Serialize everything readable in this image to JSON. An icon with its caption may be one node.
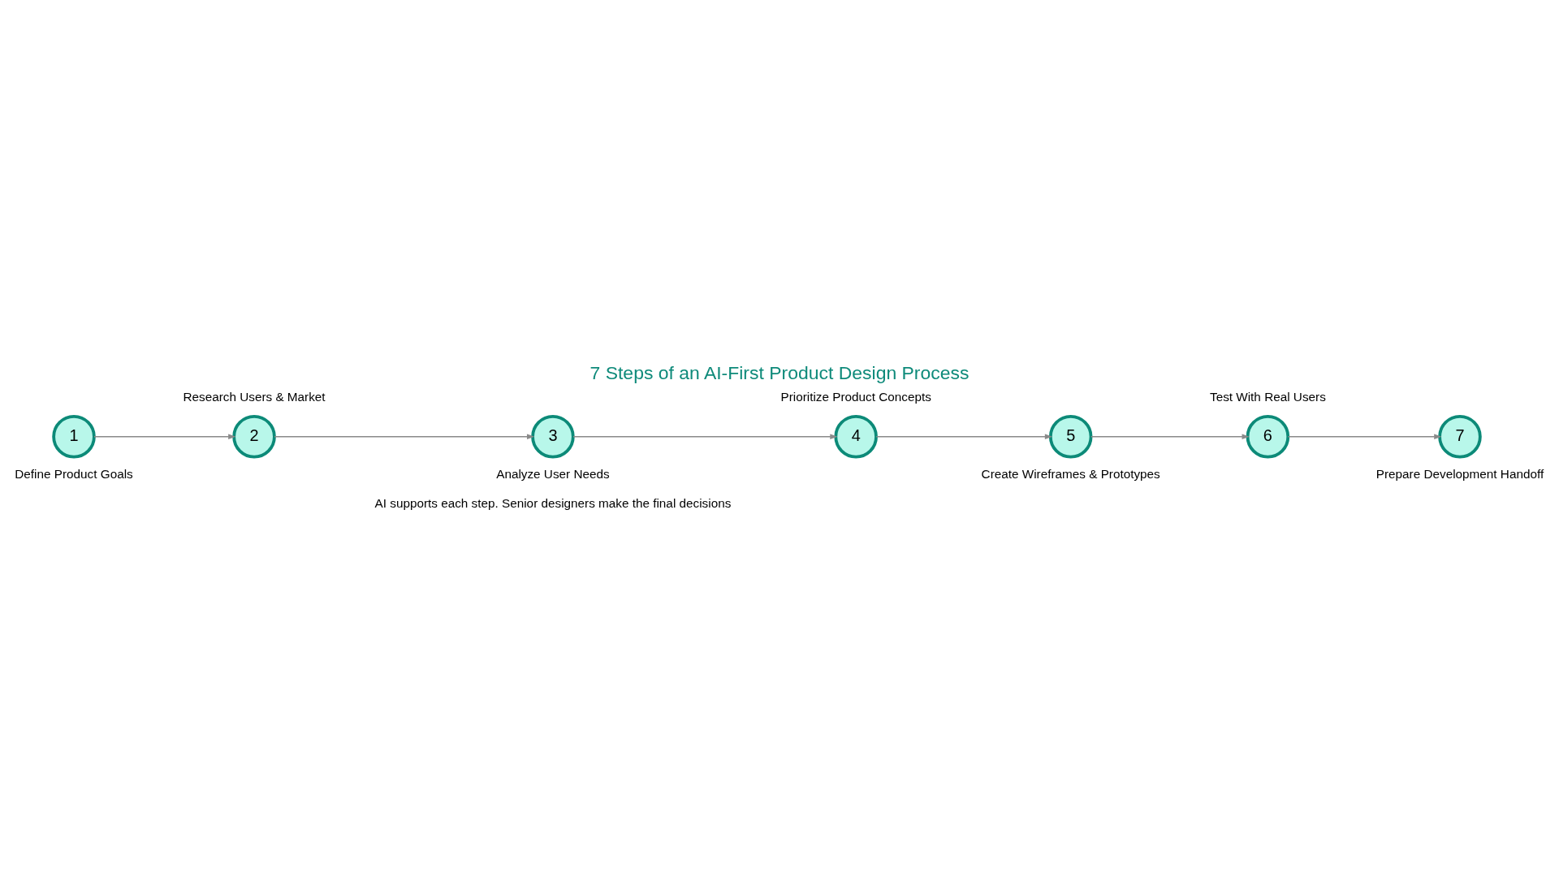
{
  "diagram": {
    "title": "7 Steps of an AI-First Product Design Process",
    "nodes": [
      {
        "text": [
          "1"
        ],
        "beside": [
          "Define Product Goals"
        ]
      },
      {
        "text": [
          "2"
        ],
        "beside": [
          "Research Users & Market"
        ]
      },
      {
        "text": [
          "3"
        ],
        "beside": [
          "Analyze User Needs"
        ]
      },
      {
        "text": [
          "4"
        ],
        "beside": [
          "Prioritize Product Concepts"
        ]
      },
      {
        "text": [
          "5"
        ],
        "beside": [
          "Create Wireframes & Prototypes"
        ]
      },
      {
        "text": [
          "6"
        ],
        "beside": [
          "Test With Real Users"
        ]
      },
      {
        "text": [
          "7"
        ],
        "beside": [
          "Prepare Development Handoff"
        ]
      }
    ],
    "edges": [
      {
        "from": 0,
        "to": 1,
        "arrow": "to"
      },
      {
        "from": 1,
        "to": 2,
        "arrow": "to"
      },
      {
        "from": 2,
        "to": 3,
        "arrow": "to"
      },
      {
        "from": 3,
        "to": 4,
        "arrow": "to"
      },
      {
        "from": 4,
        "to": 5,
        "arrow": "to"
      },
      {
        "from": 5,
        "to": 6,
        "arrow": "to"
      }
    ],
    "labels": [
      "AI supports each step. Senior designers make the final decisions"
    ]
  }
}
